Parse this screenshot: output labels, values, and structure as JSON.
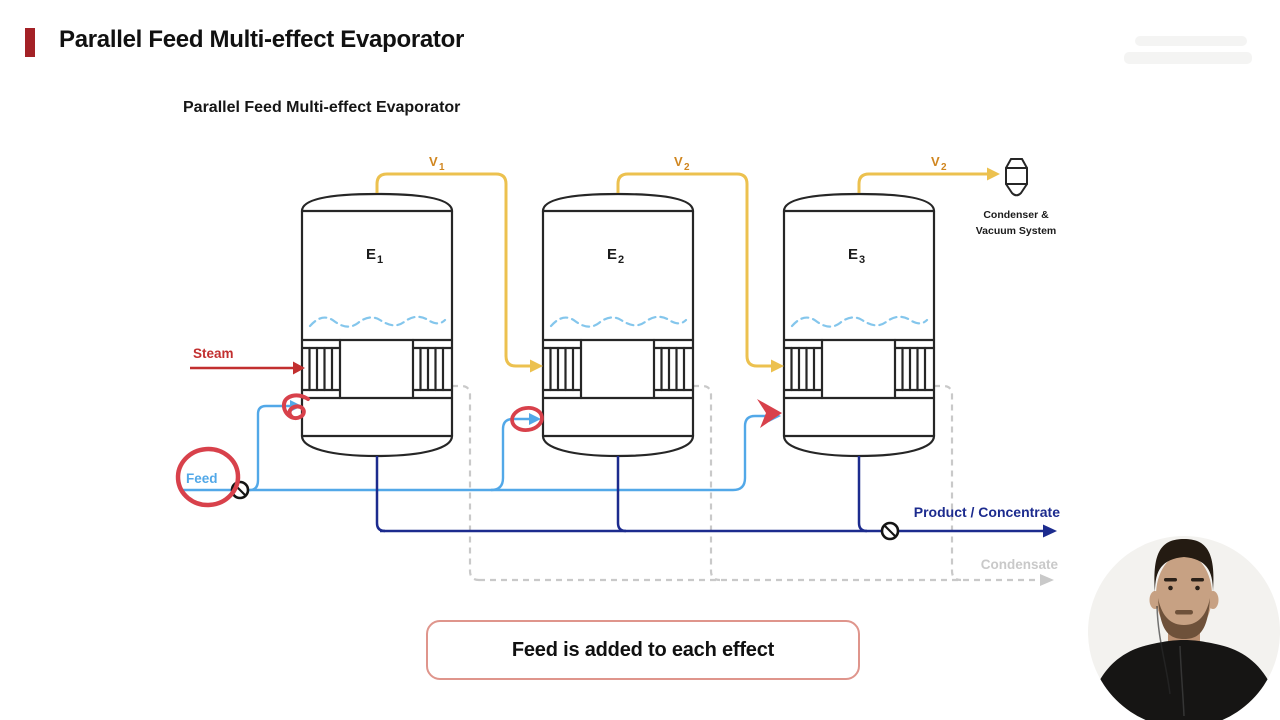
{
  "header": {
    "title": "Parallel Feed Multi-effect Evaporator"
  },
  "caption": {
    "text": "Feed is added to each effect"
  },
  "diagram": {
    "title": "Parallel Feed Multi-effect Evaporator",
    "effect_labels": [
      {
        "base": "E",
        "sub": "1"
      },
      {
        "base": "E",
        "sub": "2"
      },
      {
        "base": "E",
        "sub": "3"
      }
    ],
    "vapor_labels": [
      {
        "base": "V",
        "sub": "1"
      },
      {
        "base": "V",
        "sub": "2"
      },
      {
        "base": "V",
        "sub": "2"
      }
    ],
    "condenser": {
      "line1": "Condenser &",
      "line2": "Vacuum System"
    },
    "streams": {
      "steam": "Steam",
      "feed": "Feed",
      "product": "Product / Concentrate",
      "condensate": "Condensate"
    },
    "colors": {
      "header_red": "#a32126",
      "steam_red": "#c22f2f",
      "feed_blue": "#52a8e8",
      "product_navy": "#1c2b8e",
      "condensate_gray": "#c9c9c9",
      "vapor_line": "#ecc14f",
      "vapor_label": "#d0861f",
      "annotation_red": "#d8414b",
      "vessel_stroke": "#262626",
      "wave_blue": "#84c6ec",
      "caption_border": "#df958c"
    }
  }
}
